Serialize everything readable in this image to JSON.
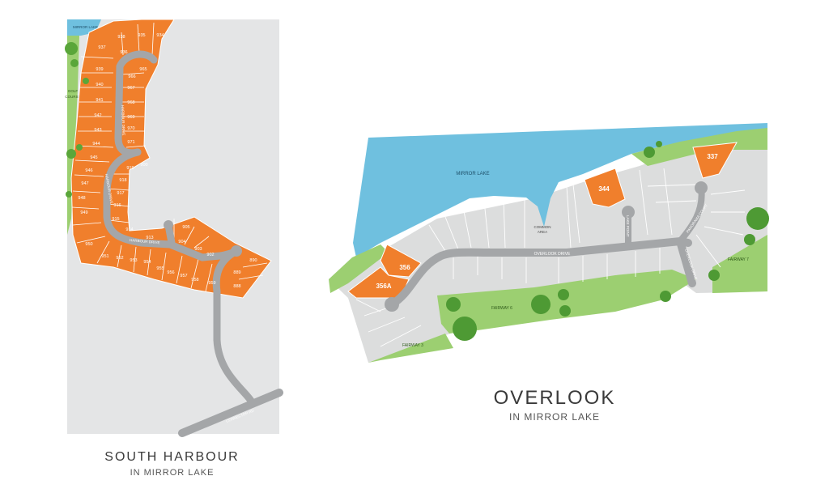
{
  "south_harbour": {
    "title": "SOUTH HARBOUR",
    "subtitle": "IN MIRROR LAKE",
    "labels": {
      "mirror_lake": "MIRROR LAKE",
      "golf_course_1": "GOLF",
      "golf_course_2": "COURSE",
      "harbour_drive_1": "HARBOUR DRIVE",
      "harbour_drive_2": "HARBOUR DRIVE",
      "harbour_drive_3": "HARBOUR DRIVE",
      "connector_rd": "CONNECTOR RD"
    },
    "lots": [
      "938",
      "935",
      "934",
      "937",
      "936",
      "965",
      "939",
      "966",
      "967",
      "940",
      "968",
      "941",
      "969",
      "942",
      "970",
      "943",
      "971",
      "944",
      "900",
      "945",
      "919",
      "918",
      "946",
      "917",
      "947",
      "916",
      "948",
      "915",
      "949",
      "914",
      "913",
      "950",
      "951",
      "904",
      "905",
      "952",
      "903",
      "953",
      "902",
      "954",
      "955",
      "956",
      "957",
      "958",
      "959",
      "890",
      "889",
      "888"
    ]
  },
  "overlook": {
    "title": "OVERLOOK",
    "subtitle": "IN MIRROR LAKE",
    "labels": {
      "mirror_lake": "MIRROR LAKE",
      "common_area_1": "COMMON",
      "common_area_2": "AREA",
      "overlook_drive": "OVERLOOK DRIVE",
      "lake_point": "LAKE POINT",
      "panorama_court": "PANORAMA COURT",
      "overlook_drive_2": "OVERLOOK DRIVE",
      "fairway_6": "FAIRWAY 6",
      "fairway_3": "FAIRWAY 3",
      "fairway_7": "FAIRWAY 7"
    },
    "lots": [
      "337",
      "344",
      "356",
      "356A"
    ]
  },
  "colors": {
    "lot_available": "#f07f2c",
    "lot_sold": "#d8d9da",
    "water": "#6fc0df",
    "golf": "#9ccf71",
    "road": "#a4a6a8",
    "panel": "#e4e5e6"
  }
}
